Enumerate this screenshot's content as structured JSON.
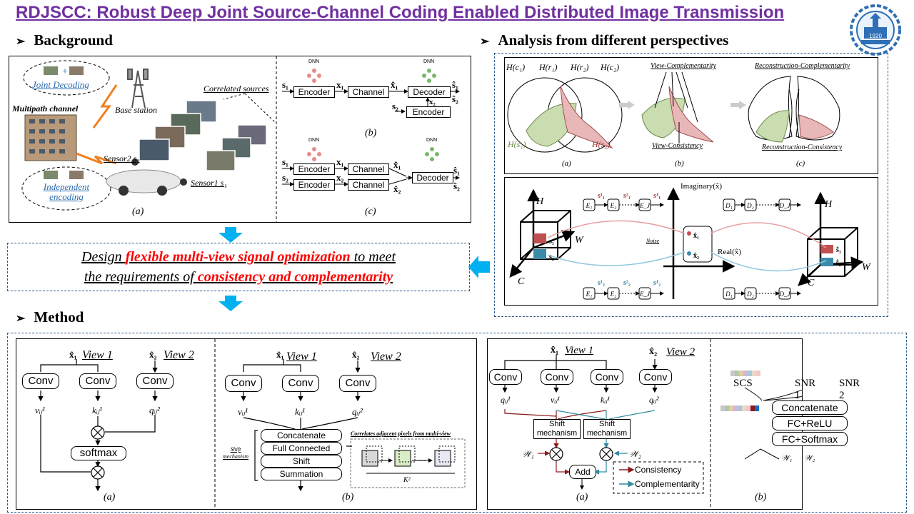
{
  "title": "RDJSCC: Robust Deep Joint Source-Channel Coding Enabled Distributed Image Transmission",
  "sections": {
    "background": "Background",
    "analysis": "Analysis from different perspectives",
    "method": "Method"
  },
  "background_fig": {
    "joint_decoding": "Joint Decoding",
    "independent_encoding": "Independent encoding",
    "multipath_channel": "Multipath channel",
    "base_station": "Base station",
    "correlated_sources": "Correlated sources",
    "sensor2": "Sensor2 s₂",
    "sensor1": "Sensor1 s₁",
    "cap_a": "(a)",
    "cap_b": "(b)",
    "cap_c": "(c)",
    "dnn": "DNN",
    "encoder": "Encoder",
    "decoder": "Decoder",
    "channel": "Channel"
  },
  "design": {
    "line1_pre": "Design ",
    "line1_red": "flexible multi-view signal optimization",
    "line1_post": " to meet",
    "line2_pre": "the requirements of ",
    "line2_red": "consistency and complementarity"
  },
  "analysis_fig": {
    "view_complementarity": "View-Complementarity",
    "view_consistency": "View-Consistency",
    "reconstruction_complementarity": "Reconstruction-Complementarity",
    "reconstruction_consistency": "Reconstruction-Consistency",
    "h_c1": "H(c₁)",
    "h_r1": "H(r₁)",
    "h_r2": "H(r₂)",
    "h_c2": "H(c₂)",
    "h_s1": "H(s₁)",
    "h_s2": "H(s₂)",
    "cap_a": "(a)",
    "cap_b": "(b)",
    "cap_c": "(c)",
    "imaginary": "Imaginary(x̂)",
    "real": "Real(x̂)",
    "noise": "Noise",
    "axis_h": "H",
    "axis_w": "W",
    "axis_c": "C"
  },
  "method_left": {
    "view1": "View 1",
    "view2": "View 2",
    "conv": "Conv",
    "softmax": "softmax",
    "concatenate": "Concatenate",
    "full_connected": "Full Connected",
    "shift": "Shift",
    "summation": "Summation",
    "shift_mechanism": "Shift mechanism",
    "correlates": "Correlates adjacent pixels from multi-view",
    "k2": "K²",
    "cap_a": "(a)",
    "cap_b": "(b)"
  },
  "method_right": {
    "view1": "View 1",
    "view2": "View 2",
    "conv": "Conv",
    "shift_mechanism_1": "Shift",
    "shift_mechanism_2": "mechanism",
    "add": "Add",
    "consistency": "Consistency",
    "complementarity": "Complementarity",
    "scs": "SCS",
    "snr1": "SNR 1",
    "snr2": "SNR 2",
    "concatenate": "Concatenate",
    "fc_relu": "FC+ReLU",
    "fc_softmax": "FC+Softmax",
    "w1": "𝒲₁",
    "w2": "𝒲₂",
    "cap_a": "(a)",
    "cap_b": "(b)"
  },
  "colors": {
    "title": "#7030a0",
    "accent_blue": "#00b0f0",
    "red": "#ff0000",
    "consistency": "#8b1a1a",
    "complementarity": "#2e8b9a",
    "dash_border": "#2e5c8a"
  },
  "logo_year": "1920"
}
